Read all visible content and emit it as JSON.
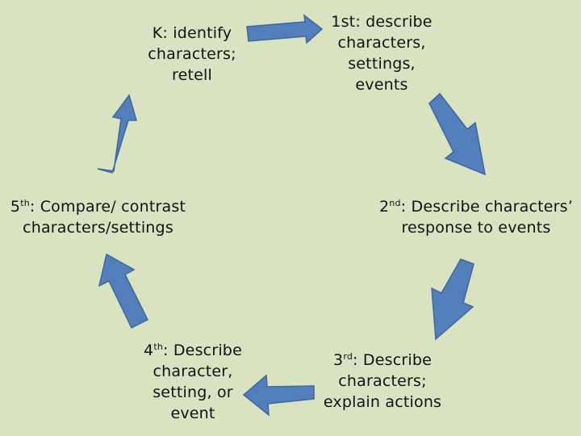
{
  "diagram": {
    "nodes": [
      {
        "id": "k",
        "lines": [
          "K: identify",
          "characters;",
          "retell"
        ]
      },
      {
        "id": "first",
        "lines": [
          "1st: describe",
          "characters,",
          "settings,",
          "events"
        ]
      },
      {
        "id": "second",
        "ordinal": "2",
        "suffix": "nd",
        "line1_rest": ": Describe characters’",
        "line2": "response to events"
      },
      {
        "id": "third",
        "ordinal": "3",
        "suffix": "rd",
        "line1_rest": ": Describe",
        "line2": "characters;",
        "line3": "explain actions"
      },
      {
        "id": "fourth",
        "ordinal": "4",
        "suffix": "th",
        "line1_rest": ": Describe",
        "line2": "character,",
        "line3": "setting, or",
        "line4": "event"
      },
      {
        "id": "fifth",
        "ordinal": "5",
        "suffix": "th",
        "line1_rest": ": Compare/ contrast",
        "line2": "characters/settings"
      }
    ],
    "arrow_color": "#5380bd",
    "background_color": "#d9e3c2"
  }
}
